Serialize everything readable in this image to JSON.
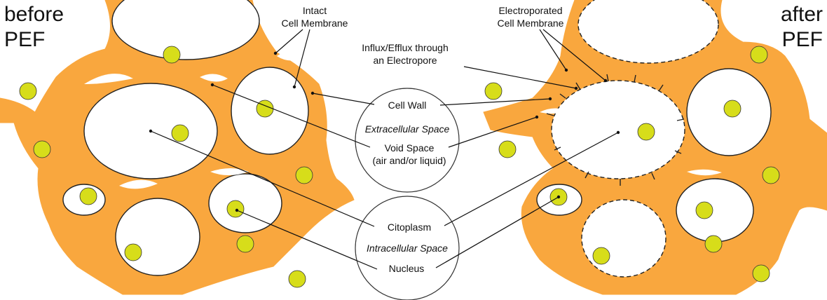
{
  "panels": {
    "left_title_line1": "before",
    "left_title_line2": "PEF",
    "right_title_line1": "after",
    "right_title_line2": "PEF"
  },
  "labels": {
    "intact_membrane_line1": "Intact",
    "intact_membrane_line2": "Cell Membrane",
    "electroporated_membrane_line1": "Electroporated",
    "electroporated_membrane_line2": "Cell Membrane",
    "influx_line1": "Influx/Efflux through",
    "influx_line2": "an Electropore",
    "cell_wall": "Cell Wall",
    "extracellular_space": "Extracellular Space",
    "void_space_line1": "Void Space",
    "void_space_line2": "(air and/or liquid)",
    "citoplasm": "Citoplasm",
    "intracellular_space": "Intracellular Space",
    "nucleus": "Nucleus"
  },
  "colors": {
    "cell_wall_tissue": "#F9A73E",
    "nucleus": "#D7DD1A",
    "nucleus_outline": "#333333",
    "membrane": "#222222",
    "background": "#FFFFFF"
  }
}
